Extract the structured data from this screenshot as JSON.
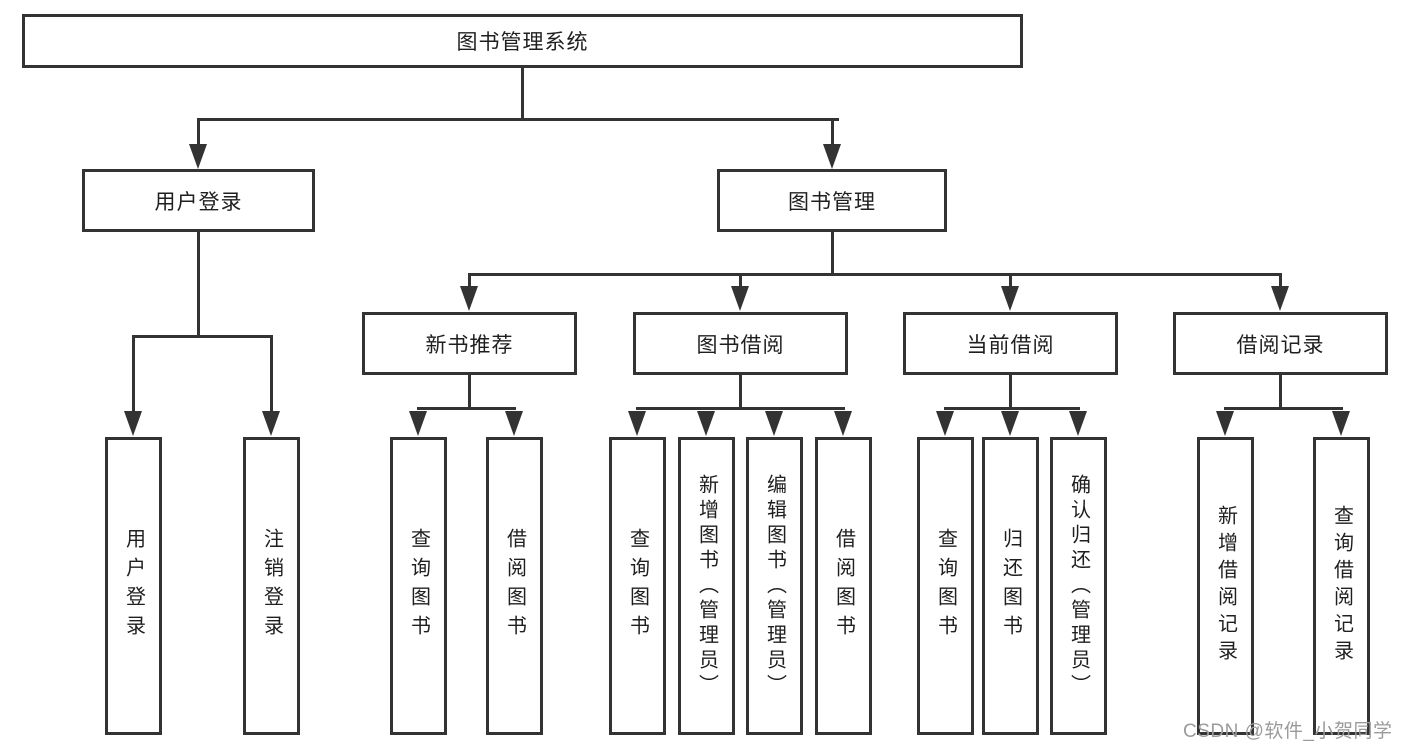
{
  "diagram": {
    "type": "feature-tree",
    "title": "图书管理系统",
    "background": "#ffffff",
    "line_color": "#333333",
    "box_border_color": "#333333",
    "box_fill_color": "#ffffff",
    "text_color": "#1f1f1f"
  },
  "nodes": {
    "root": {
      "label": "图书管理系统"
    },
    "user_login": {
      "label": "用户登录"
    },
    "book_mgmt": {
      "label": "图书管理"
    },
    "new_book_rec": {
      "label": "新书推荐"
    },
    "book_borrow": {
      "label": "图书借阅"
    },
    "current_borrow": {
      "label": "当前借阅"
    },
    "borrow_records": {
      "label": "借阅记录"
    },
    "ul_user_login": {
      "label": "用户登录"
    },
    "ul_logout": {
      "label": "注销登录"
    },
    "nbr_query_books": {
      "label": "查询图书"
    },
    "nbr_borrow_books": {
      "label": "借阅图书"
    },
    "bb_query_books": {
      "label": "查询图书"
    },
    "bb_add_books": {
      "label": "新增图书（管理员）"
    },
    "bb_edit_books": {
      "label": "编辑图书（管理员）"
    },
    "bb_borrow_books": {
      "label": "借阅图书"
    },
    "cb_query_books": {
      "label": "查询图书"
    },
    "cb_return_books": {
      "label": "归还图书"
    },
    "cb_confirm_return": {
      "label": "确认归还（管理员）"
    },
    "br_add_record": {
      "label": "新增借阅记录"
    },
    "br_query_record": {
      "label": "查询借阅记录"
    }
  },
  "hierarchy": {
    "label": "图书管理系统",
    "children": [
      {
        "label": "用户登录",
        "children": [
          "用户登录",
          "注销登录"
        ]
      },
      {
        "label": "图书管理",
        "children": [
          {
            "label": "新书推荐",
            "children": [
              "查询图书",
              "借阅图书"
            ]
          },
          {
            "label": "图书借阅",
            "children": [
              "查询图书",
              "新增图书（管理员）",
              "编辑图书（管理员）",
              "借阅图书"
            ]
          },
          {
            "label": "当前借阅",
            "children": [
              "查询图书",
              "归还图书",
              "确认归还（管理员）"
            ]
          },
          {
            "label": "借阅记录",
            "children": [
              "新增借阅记录",
              "查询借阅记录"
            ]
          }
        ]
      }
    ]
  },
  "watermark": {
    "text": "CSDN @软件_小贺同学",
    "color": "#9b9b9b"
  }
}
